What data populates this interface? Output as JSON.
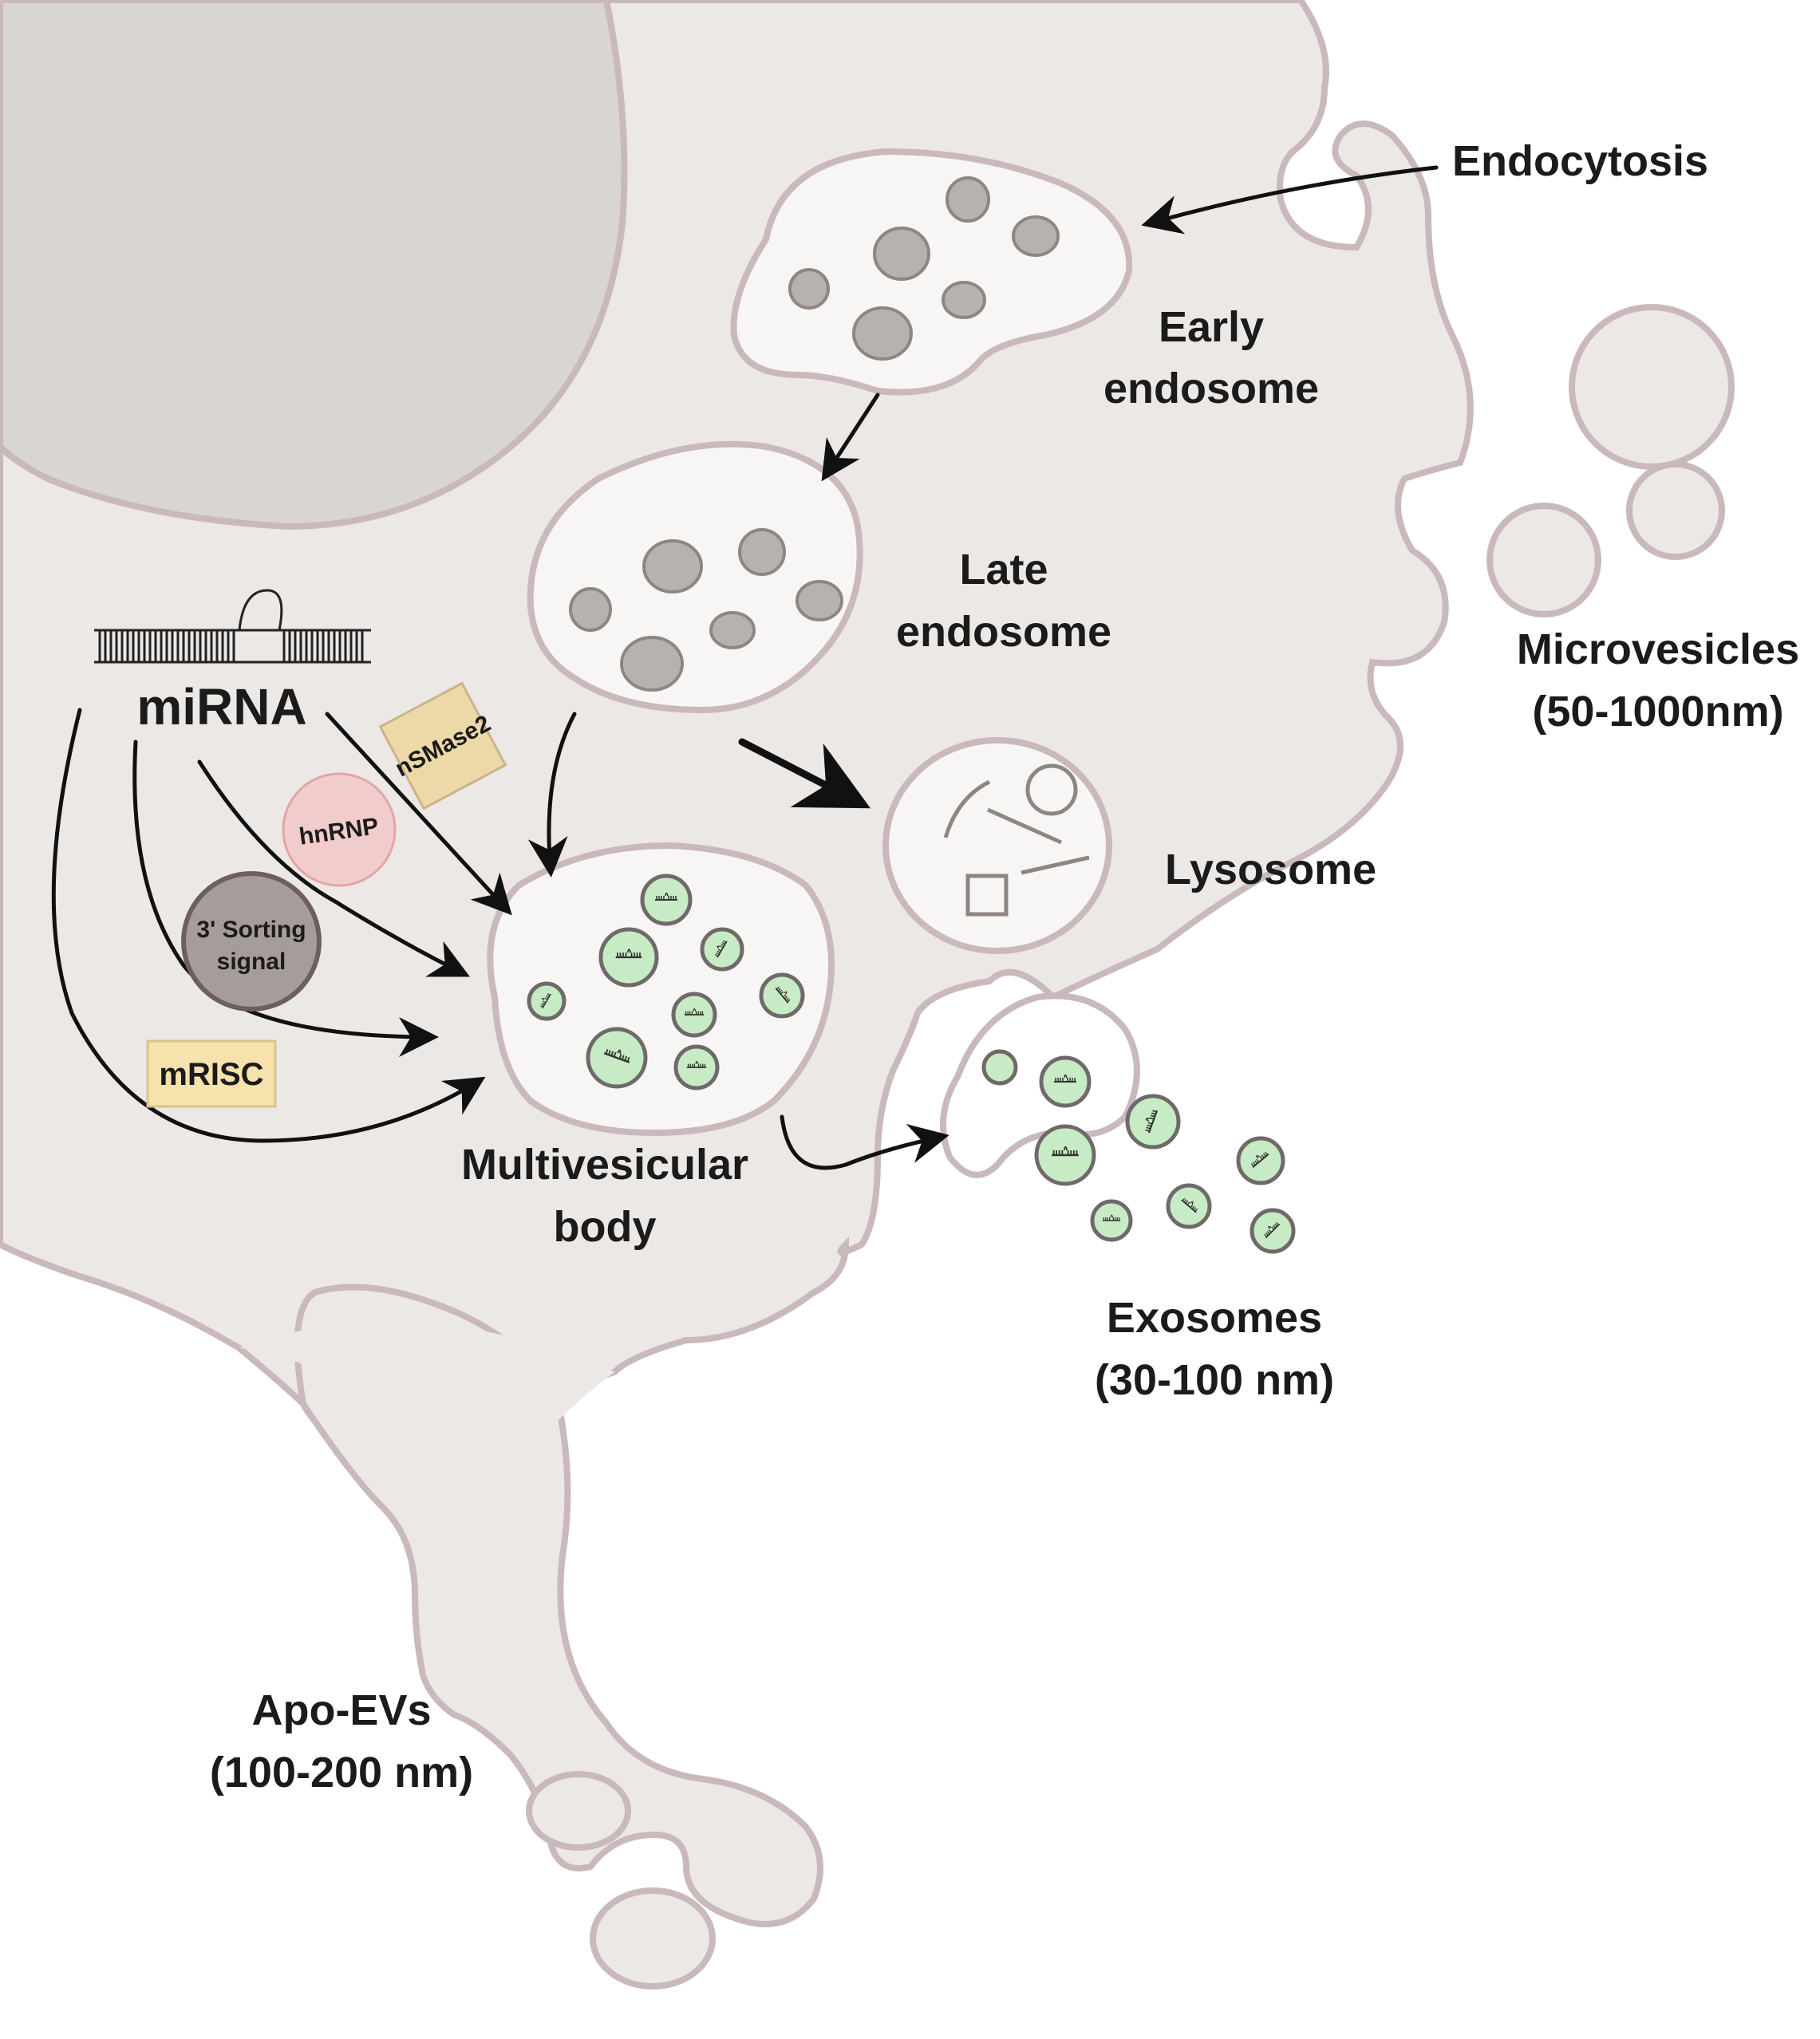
{
  "labels": {
    "endocytosis": "Endocytosis",
    "early_endosome_1": "Early",
    "early_endosome_2": "endosome",
    "late_endosome_1": "Late",
    "late_endosome_2": "endosome",
    "microvesicles_1": "Microvesicles",
    "microvesicles_2": "(50-1000nm)",
    "lysosome": "Lysosome",
    "mirna": "miRNA",
    "nsmase2": "nSMase2",
    "hnrnp": "hnRNP",
    "sorting_1": "3' Sorting",
    "sorting_2": "signal",
    "mrisc": "mRISC",
    "mvb_1": "Multivesicular",
    "mvb_2": "body",
    "exosomes_1": "Exosomes",
    "exosomes_2": "(30-100 nm)",
    "apoevs_1": "Apo-EVs",
    "apoevs_2": "(100-200 nm)"
  },
  "colors": {
    "cell_fill": "#ebe8e6",
    "cell_stroke": "#c9b9bc",
    "nucleus_fill": "#d9d5d3",
    "vesicle_fill": "#f7f6f5",
    "inner_vesicle_fill": "#b7b1b0",
    "inner_vesicle_stroke": "#8e8684",
    "exosome_fill": "#c7ebc4",
    "exosome_stroke": "#6f6a69",
    "nsmase2_fill": "#ecd9a7",
    "hnrnp_fill": "#f1cccd",
    "sorting_fill": "#a59c9b",
    "mrisc_fill": "#f7e1ac"
  }
}
